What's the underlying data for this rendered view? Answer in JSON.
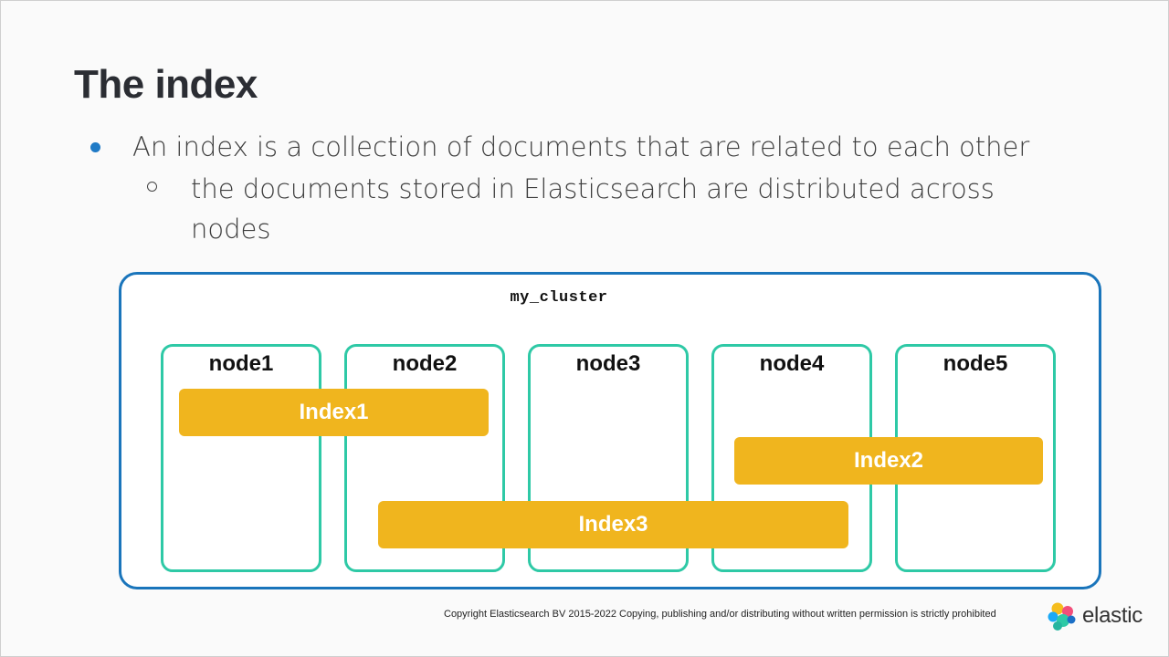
{
  "slide": {
    "title": "The index",
    "bullets": [
      {
        "text": "An index is a collection of documents that are related to each other"
      },
      {
        "text": "the documents stored in Elasticsearch are distributed across nodes"
      }
    ]
  },
  "diagram": {
    "cluster_name": "my_cluster",
    "nodes": [
      "node1",
      "node2",
      "node3",
      "node4",
      "node5"
    ],
    "indices": [
      {
        "name": "Index1",
        "spans_nodes": [
          "node1",
          "node2"
        ]
      },
      {
        "name": "Index2",
        "spans_nodes": [
          "node4",
          "node5"
        ]
      },
      {
        "name": "Index3",
        "spans_nodes": [
          "node2",
          "node3",
          "node4"
        ]
      }
    ]
  },
  "colors": {
    "cluster_border": "#1a75bb",
    "node_border": "#2ec9a6",
    "index_fill": "#f0b51e",
    "bullet": "#1f7ac6"
  },
  "footer": {
    "copyright": "Copyright Elasticsearch BV 2015-2022 Copying, publishing and/or distributing without written permission is strictly prohibited"
  },
  "brand": {
    "logo_text": "elastic",
    "logo_icon": "elastic-logo-icon"
  }
}
